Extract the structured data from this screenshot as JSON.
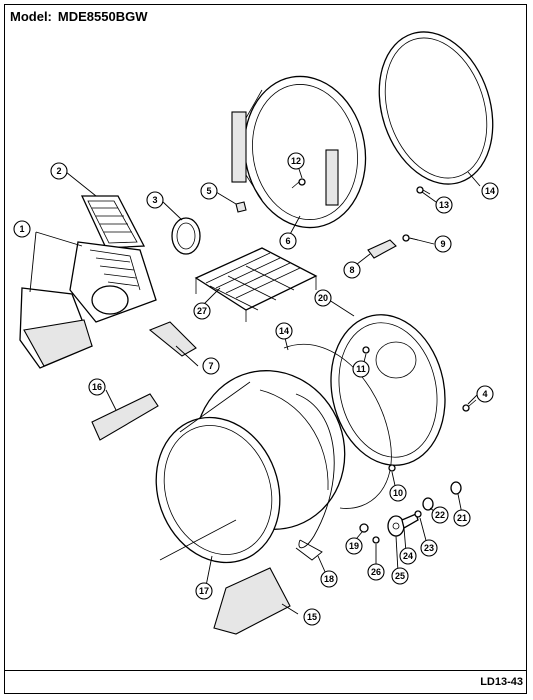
{
  "header": {
    "model_label": "Model:",
    "model_number": "MDE8550BGW"
  },
  "footer": {
    "reference_code": "LD13-43"
  },
  "callouts": [
    "1",
    "2",
    "3",
    "4",
    "5",
    "6",
    "7",
    "8",
    "9",
    "10",
    "11",
    "12",
    "13",
    "14",
    "14",
    "15",
    "16",
    "17",
    "18",
    "19",
    "20",
    "21",
    "22",
    "23",
    "24",
    "25",
    "26",
    "27"
  ]
}
